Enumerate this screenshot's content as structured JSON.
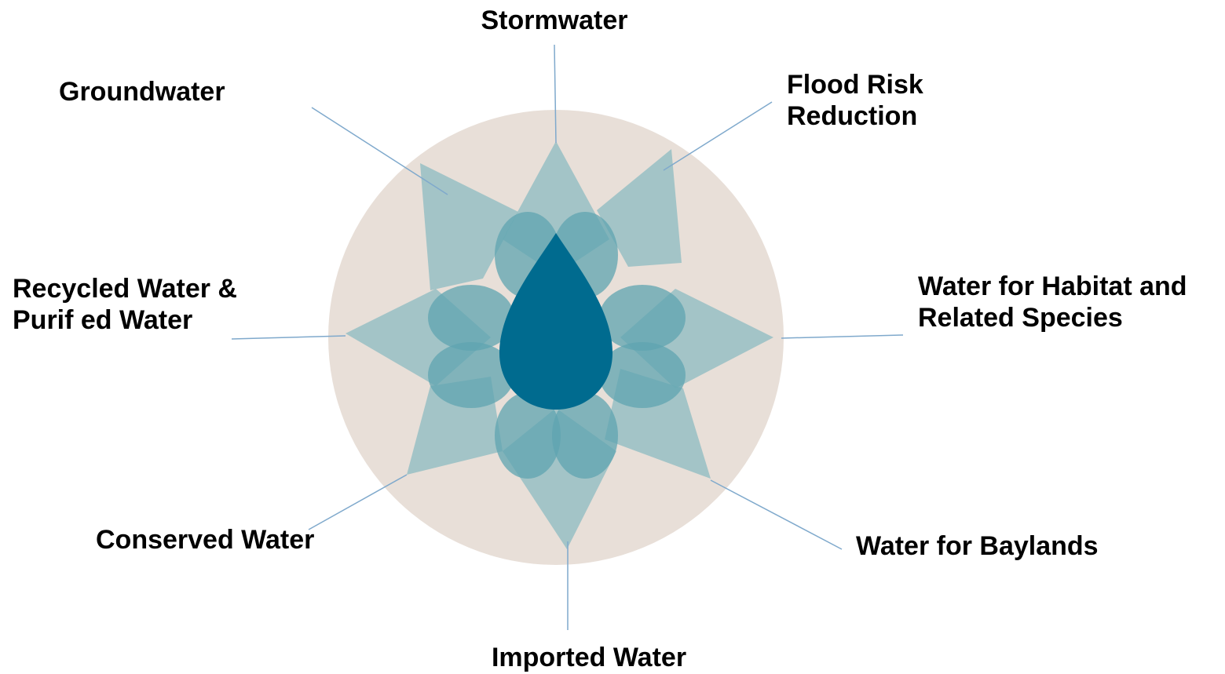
{
  "colors": {
    "background_circle": "#e8dfd8",
    "petal": "#8fbcc2",
    "petal_overlap": "#5fa4b0",
    "drop": "#006b8f",
    "leader_line": "#7fa9cc",
    "label_text": "#000000"
  },
  "icons": {
    "center": "water-drop-icon",
    "petals": "eight-point-star-flower"
  },
  "labels": {
    "stormwater": "Stormwater",
    "flood_risk": [
      "Flood Risk",
      "Reduction"
    ],
    "habitat": [
      "Water for Habitat and",
      "Related Species"
    ],
    "baylands": "Water for Baylands",
    "imported": "Imported Water",
    "conserved": "Conserved Water",
    "recycled": [
      "Recycled Water &",
      "Purif ed Water"
    ],
    "groundwater": "Groundwater"
  }
}
